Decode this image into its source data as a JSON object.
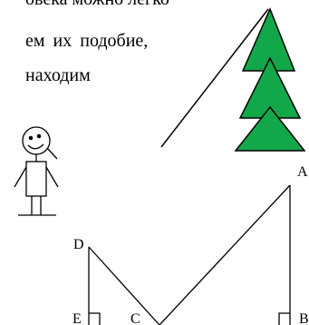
{
  "text": {
    "line1": "овека можно легко",
    "line2": "ем их подобие,",
    "line3": "находим"
  },
  "diagram": {
    "points": {
      "A": "A",
      "D": "D",
      "E": "E",
      "C": "C",
      "B": "B"
    },
    "colors": {
      "tree_fill": "#12a84a",
      "stroke": "#000000"
    }
  }
}
